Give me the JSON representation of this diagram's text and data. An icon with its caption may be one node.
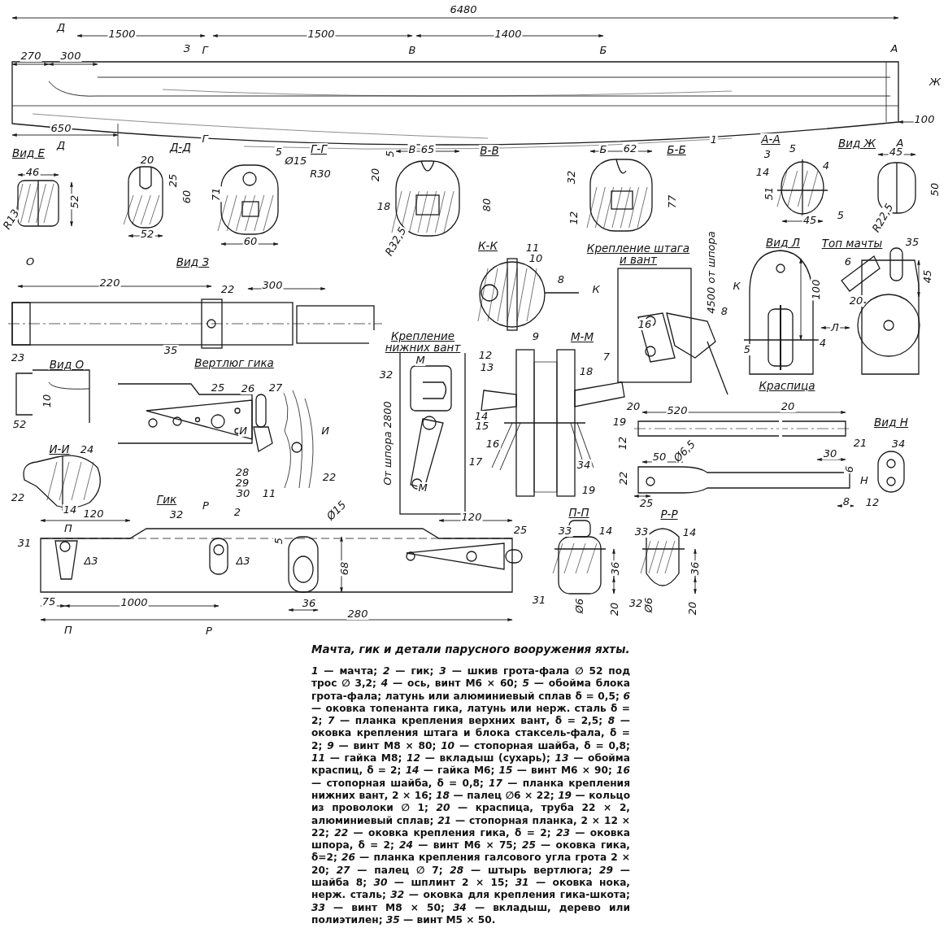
{
  "diagram": {
    "caption": "Мачта, гик и детали парусного вооружения яхты.",
    "labels": [
      "6480",
      "Д",
      "1500",
      "1500",
      "1400",
      "З",
      "Г",
      "В",
      "Б",
      "А",
      "270",
      "300",
      "Ж",
      "100",
      "650",
      "1",
      "Д",
      "Г",
      "В",
      "Б",
      "А",
      "Вид Е",
      "Д-Д",
      "Г-Г",
      "В-В",
      "Б-Б",
      "А-А",
      "Вид Ж",
      "46",
      "20",
      "5",
      "Ø15",
      "R30",
      "5",
      "65",
      "62",
      "3",
      "5",
      "45",
      "25",
      "20",
      "32",
      "14",
      "4",
      "52",
      "60",
      "71",
      "18",
      "80",
      "77",
      "51",
      "50",
      "R13",
      "12",
      "45",
      "5",
      "R22,5",
      "52",
      "60",
      "R32,5",
      "К-К",
      "11",
      "Крепление штага и вант",
      "Вид Л",
      "Топ мачты",
      "35",
      "10",
      "О",
      "Вид З",
      "6",
      "4500 от шпора",
      "8",
      "45",
      "220",
      "300",
      "22",
      "К",
      "К",
      "100",
      "20",
      "8",
      "16",
      "Л",
      "Крепление нижних вант",
      "9",
      "М-М",
      "4",
      "5",
      "23",
      "35",
      "Вид О",
      "Вертлюг гика",
      "12",
      "7",
      "М",
      "13",
      "18",
      "32",
      "25",
      "26",
      "27",
      "Краспица",
      "10",
      "20",
      "520",
      "20",
      "52",
      "И",
      "И",
      "14",
      "15",
      "19",
      "Вид Н",
      "И-И",
      "24",
      "От шпора 2800",
      "16",
      "12",
      "21",
      "34",
      "28",
      "29",
      "22",
      "М",
      "17",
      "34",
      "19",
      "22",
      "50",
      "Ø6,5",
      "30",
      "6",
      "Н",
      "22",
      "Гик",
      "30",
      "11",
      "14",
      "120",
      "32",
      "Р",
      "2",
      "Ø15",
      "120",
      "П-П",
      "25",
      "Р-Р",
      "8",
      "12",
      "П",
      "5",
      "25",
      "33",
      "14",
      "33",
      "14",
      "31",
      "Δ3",
      "Δ3",
      "68",
      "36",
      "36",
      "75",
      "1000",
      "36",
      "280",
      "31",
      "Ø6",
      "20",
      "32",
      "Ø6",
      "20",
      "П",
      "Р",
      "*1* — мачта; *2* — гик; *3* — шкив грота-фала ∅ 52 под трос ∅ 3,2; *4* — ось, винт М6 × 60; *5* — обойма блока грота-фала; латунь или алюминиевый сплав δ = 0,5; *6* — оковка топенанта гика, латунь или нерж. сталь δ = 2; *7* — планка крепления верхних вант, δ = 2,5; *8* — оковка крепления штага и блока стаксель-фала, δ = 2; *9* — винт М8 × 80; *10* — стопорная шайба, δ = 0,8; *11* — гайка М8; *12* — вкладыш (сухарь); *13* — обойма краспиц, δ = 2; *14* — гайка М6; *15* — винт М6 × 90; *16* — стопорная шайба, δ = 0,8; *17* — планка крепления нижних вант, 2 × 16; *18* — палец ∅6 × 22; *19* — кольцо из проволоки ∅ 1; *20* — краспица, труба 22 × 2, алюминиевый сплав; *21* — стопорная планка, 2 × 12 × 22; *22* — оковка крепления гика, δ = 2; *23* — оковка шпора, δ = 2; *24* — винт М6 × 75; *25* — оковка гика, δ=2; *26* — планка крепления галсового угла грота 2 × 20; *27* — палец ∅ 7; *28* — штырь вертлюга; *29* — шайба 8; *30* — шплинт 2 × 15; *31* — оковка нока, нерж. сталь; *32* — оковка для крепления гика-шкота; *33* — винт М8 × 50; *34* — вкладыш, дерево или полиэтилен; *35* — винт М5 × 50."
    ]
  }
}
